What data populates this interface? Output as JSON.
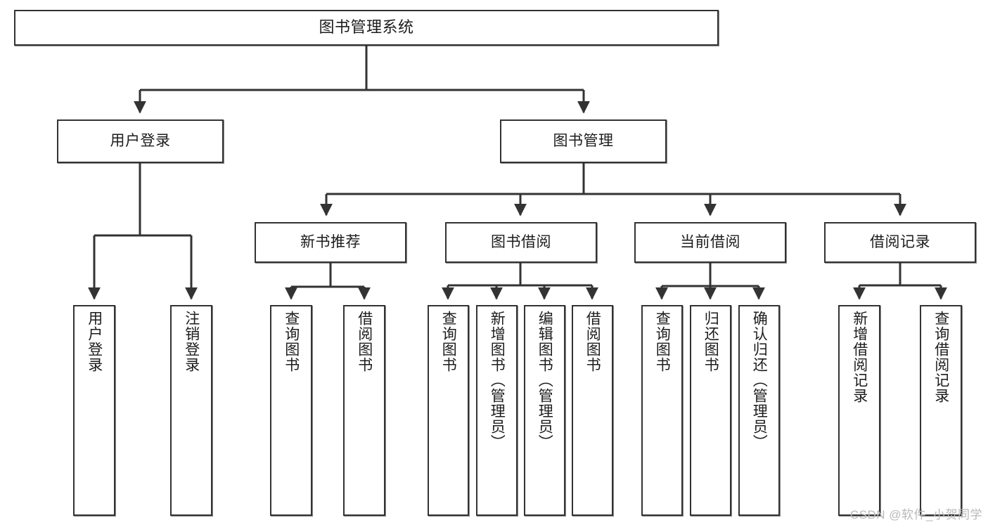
{
  "diagram": {
    "title": "图书管理系统",
    "watermark": "CSDN @软件_小贺同学",
    "line_color": "#333333",
    "box_fill": "#ffffff",
    "text_color": "#1c1c1c",
    "watermark_color": "#b9b9b9"
  },
  "nodes": {
    "root": {
      "label": "图书管理系统"
    },
    "level2": [
      {
        "label": "用户登录"
      },
      {
        "label": "图书管理"
      }
    ],
    "level3": [
      {
        "label": "新书推荐"
      },
      {
        "label": "图书借阅"
      },
      {
        "label": "当前借阅"
      },
      {
        "label": "借阅记录"
      }
    ],
    "leaves": {
      "user_login": [
        {
          "label": "用户登录"
        },
        {
          "label": "注销登录"
        }
      ],
      "new_book": [
        {
          "label": "查询图书"
        },
        {
          "label": "借阅图书"
        }
      ],
      "book_borrow": [
        {
          "label": "查询图书"
        },
        {
          "label": "新增图书（管理员）"
        },
        {
          "label": "编辑图书（管理员）"
        },
        {
          "label": "借阅图书"
        }
      ],
      "current_borrow": [
        {
          "label": "查询图书"
        },
        {
          "label": "归还图书"
        },
        {
          "label": "确认归还（管理员）"
        }
      ],
      "borrow_record": [
        {
          "label": "新增借阅记录"
        },
        {
          "label": "查询借阅记录"
        }
      ]
    }
  }
}
